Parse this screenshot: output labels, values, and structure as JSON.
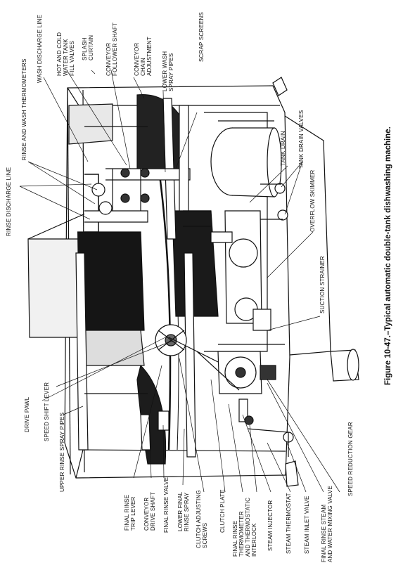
{
  "figure": {
    "caption": "Figure 10-47.–Typical automatic double-tank dishwashing machine."
  },
  "labels": {
    "rinse_discharge_line": "RINSE DISCHARGE LINE",
    "rinse_wash_thermometers": "RINSE AND WASH THERMOMETERS",
    "wash_discharge_line": "WASH DISCHARGE LINE",
    "hot_cold_fill_valves": "HOT AND COLD\nWATER TANK\nFILL VALVES",
    "splash_curtain": "SPLASH\nCURTAIN",
    "conveyor_follower_shaft": "CONVEYOR\nFOLLOWER SHAFT",
    "conveyor_chain_adjustment": "CONVEYOR\nCHAIN\nADJUSTMENT",
    "lower_wash_spray_pipes": "LOWER WASH\nSPRAY PIPES",
    "scrap_screens": "SCRAP SCREENS",
    "tank_drain": "TANK DRAIN",
    "tank_drain_valves": "TANK DRAIN VALVES",
    "overflow_skimmer": "OVERFLOW SKIMMER",
    "suction_strainer": "SUCTION STRAINER",
    "drive_pawl": "DRIVE PAWL",
    "speed_shift_lever": "SPEED SHIFT LEVER",
    "upper_rinse_spray_pipes": "UPPER RINSE SPRAY PIPES",
    "final_rinse_trip_lever": "FINAL RINSE\nTRIP LEVER",
    "conveyor_drive_shaft": "CONVEYOR\nDRIVE SHAFT",
    "final_rinse_valve": "FINAL RINSE VALVE",
    "lower_final_rinse_spray": "LOWER FINAL\nRINSE SPRAY",
    "clutch_adjusting_screws": "CLUTCH ADJUSTING\nSCREWS",
    "clutch_plate": "CLUTCH PLATE",
    "final_rinse_thermo_interlock": "FINAL RINSE\nTHERMOMETER\nAND THERMOSTATIC\nINTERLOCK",
    "steam_injector": "STEAM INJECTOR",
    "steam_thermostat": "STEAM THERMOSTAT",
    "steam_inlet_valve": "STEAM INLET VALVE",
    "final_rinse_steam_mixing": "FINAL RINSE STEAM\nAND WATER MIXING VALVE",
    "speed_reduction_gear": "SPEED REDUCTION GEAR"
  }
}
